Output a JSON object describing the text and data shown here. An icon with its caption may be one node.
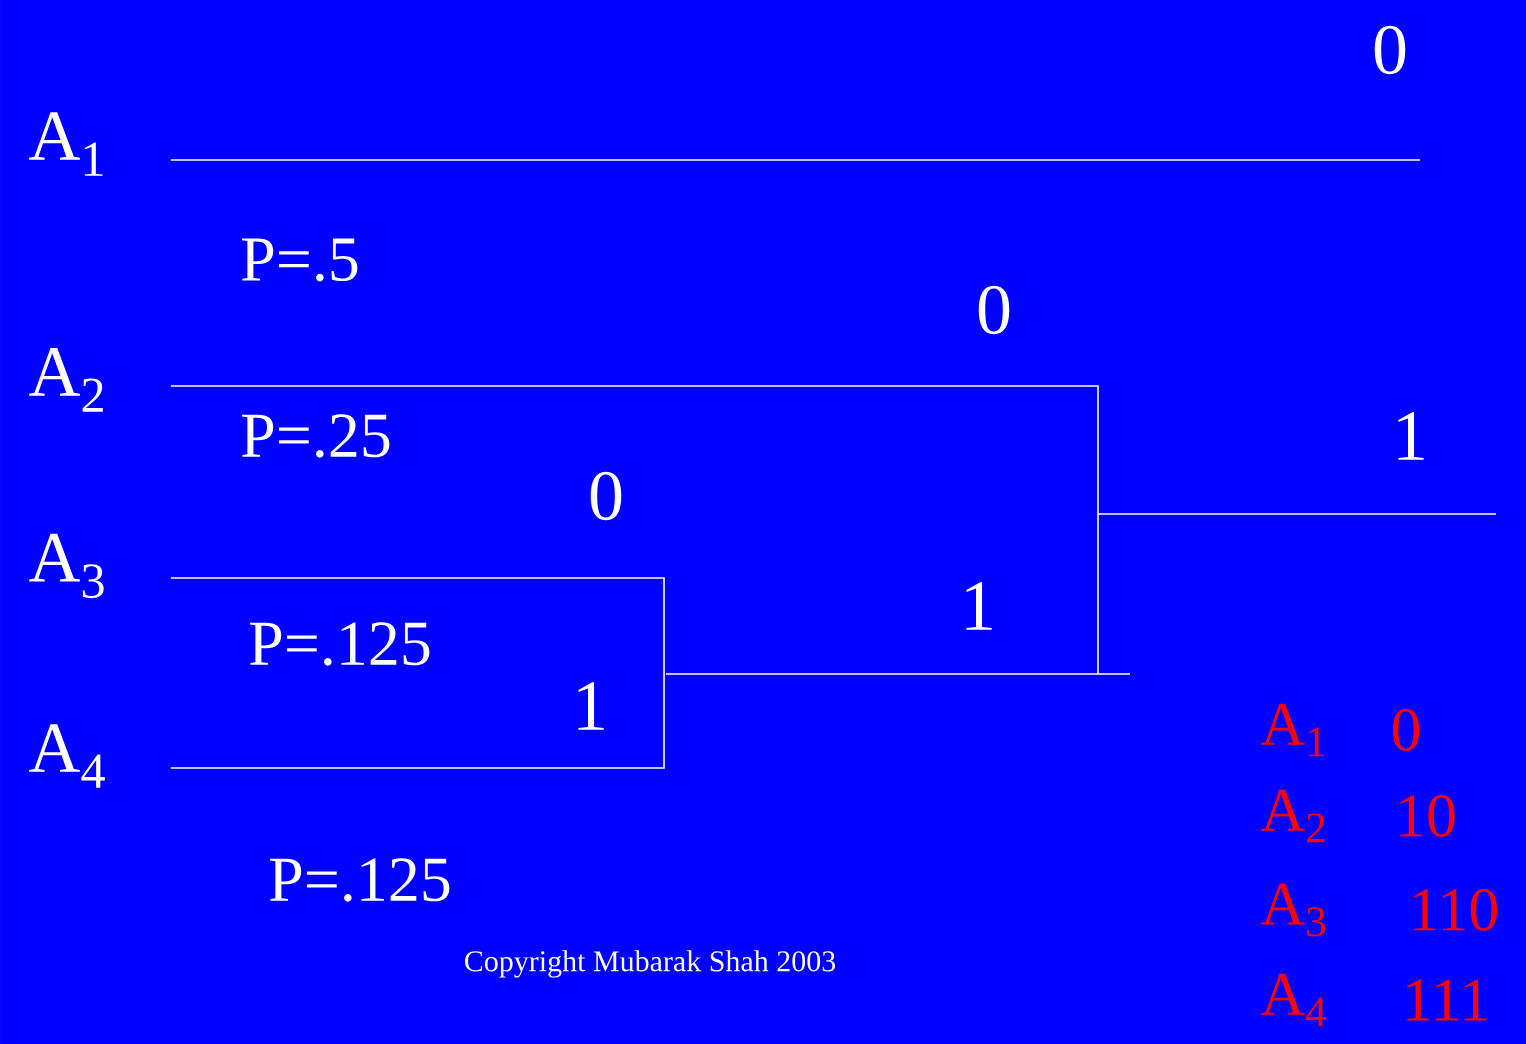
{
  "diagram": {
    "nodes": [
      {
        "text": [
          "A$_{1}$"
        ],
        "beside": [
          "P=.5"
        ]
      },
      {
        "text": [
          "A$_{2}$"
        ],
        "beside": [
          "P=.25"
        ]
      },
      {
        "text": [
          "A$_{3}$"
        ],
        "beside": [
          "P=.125"
        ]
      },
      {
        "text": [
          "A$_{4}$"
        ],
        "beside": [
          "P=.125"
        ]
      }
    ],
    "edges": [
      {
        "from": 0,
        "to": null,
        "arrow": "none"
      },
      {
        "from": 1,
        "to": null,
        "arrow": "none"
      },
      {
        "from": 2,
        "to": 3,
        "arrow": "none"
      }
    ],
    "labels": [
      "0",
      "0",
      "1",
      "0",
      "1",
      "1",
      "A$_{1}$",
      "0",
      "A$_{2}$",
      "10",
      "A$_{3}$",
      "110",
      "A$_{4}$",
      "111",
      "Copyright  Mubarak Shah 2003"
    ]
  }
}
